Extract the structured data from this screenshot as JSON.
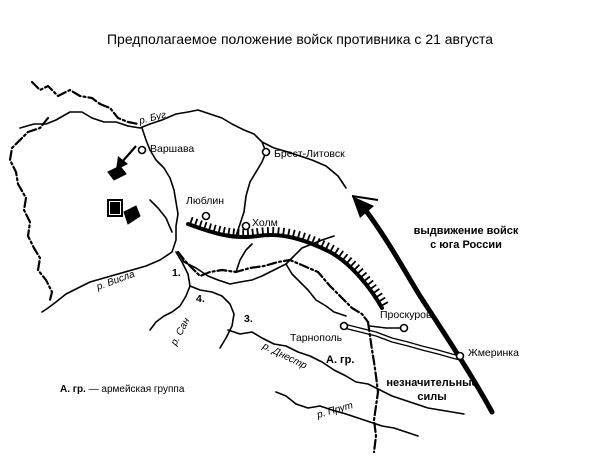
{
  "title": "Предполагаемое положение войск противника с 21 августа",
  "cities": [
    {
      "id": "warsaw",
      "name": "Варшава"
    },
    {
      "id": "brest",
      "name": "Брест-Литовск"
    },
    {
      "id": "lublin",
      "name": "Люблин"
    },
    {
      "id": "kholm",
      "name": "Холм"
    },
    {
      "id": "tarnopol",
      "name": "Тарнополь"
    },
    {
      "id": "proskurov",
      "name": "Проскуров"
    },
    {
      "id": "zhmerinka",
      "name": "Жмеринка"
    }
  ],
  "rivers": {
    "bug": "р. Буг",
    "vistula": "р. Висла",
    "san": "р. Сан",
    "dniester": "р. Днестр",
    "prut": "р. Прут"
  },
  "army_numbers": [
    "1.",
    "4.",
    "3."
  ],
  "army_group_label": "А. гр.",
  "advance_label": {
    "line1": "выдвижение войск",
    "line2": "с юга России"
  },
  "minor_forces_label": {
    "line1": "незначительные",
    "line2": "силы"
  },
  "legend": {
    "abbr": "А. гр.",
    "text": " — армейская группа"
  },
  "colors": {
    "ink": "#000000",
    "paper": "#ffffff"
  }
}
